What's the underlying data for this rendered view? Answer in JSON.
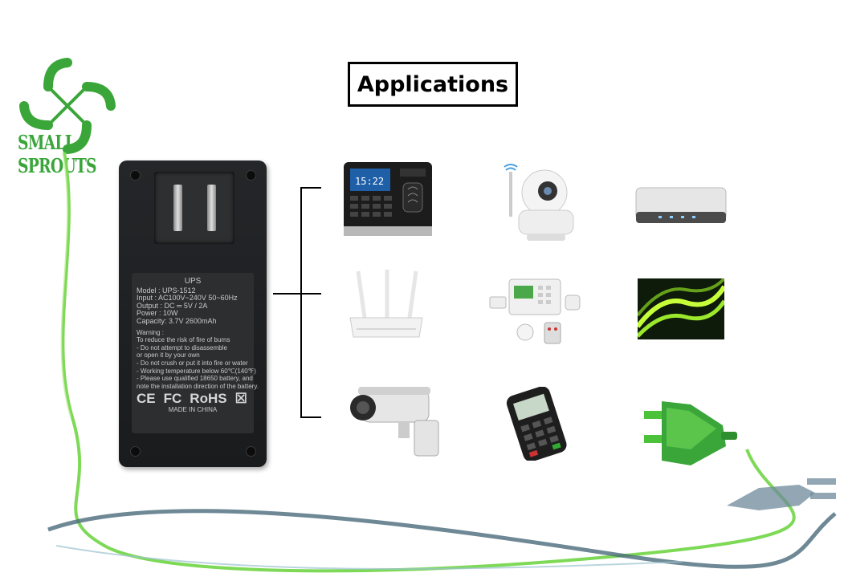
{
  "title": "Applications",
  "logo": {
    "text": "SMALL SPROUTS",
    "colors": {
      "green": "#3aa63a",
      "light_green": "#7ed957"
    }
  },
  "adapter": {
    "brand": "UPS",
    "lines": [
      "Model : UPS-1512",
      "Input :  AC100V~240V 50~60Hz",
      "Output : DC ═ 5V / 2A",
      "Power :  10W",
      "Capacity: 3.7V 2600mAh"
    ],
    "warning": [
      "Warning :",
      "To reduce the risk of fire of burns",
      "- Do not attempt to disassemble",
      "  or open it by your own",
      "- Do not crush or put it into fire or water",
      "- Working temperature  below 60℃(140℉)",
      "- Please use qualified 18650 battery, and",
      "  note the  installation direction of the battery."
    ],
    "certs": [
      "CE",
      "FC",
      "RoHS",
      "☒"
    ],
    "made_in": "MADE IN CHINA"
  },
  "devices": [
    {
      "name": "fingerprint-attendance-terminal",
      "screen_text": "15:22"
    },
    {
      "name": "wifi-ip-camera"
    },
    {
      "name": "network-modem-box"
    },
    {
      "name": "wifi-router"
    },
    {
      "name": "home-alarm-system"
    },
    {
      "name": "led-light-strip"
    },
    {
      "name": "cctv-bullet-camera"
    },
    {
      "name": "pos-payment-terminal"
    }
  ]
}
